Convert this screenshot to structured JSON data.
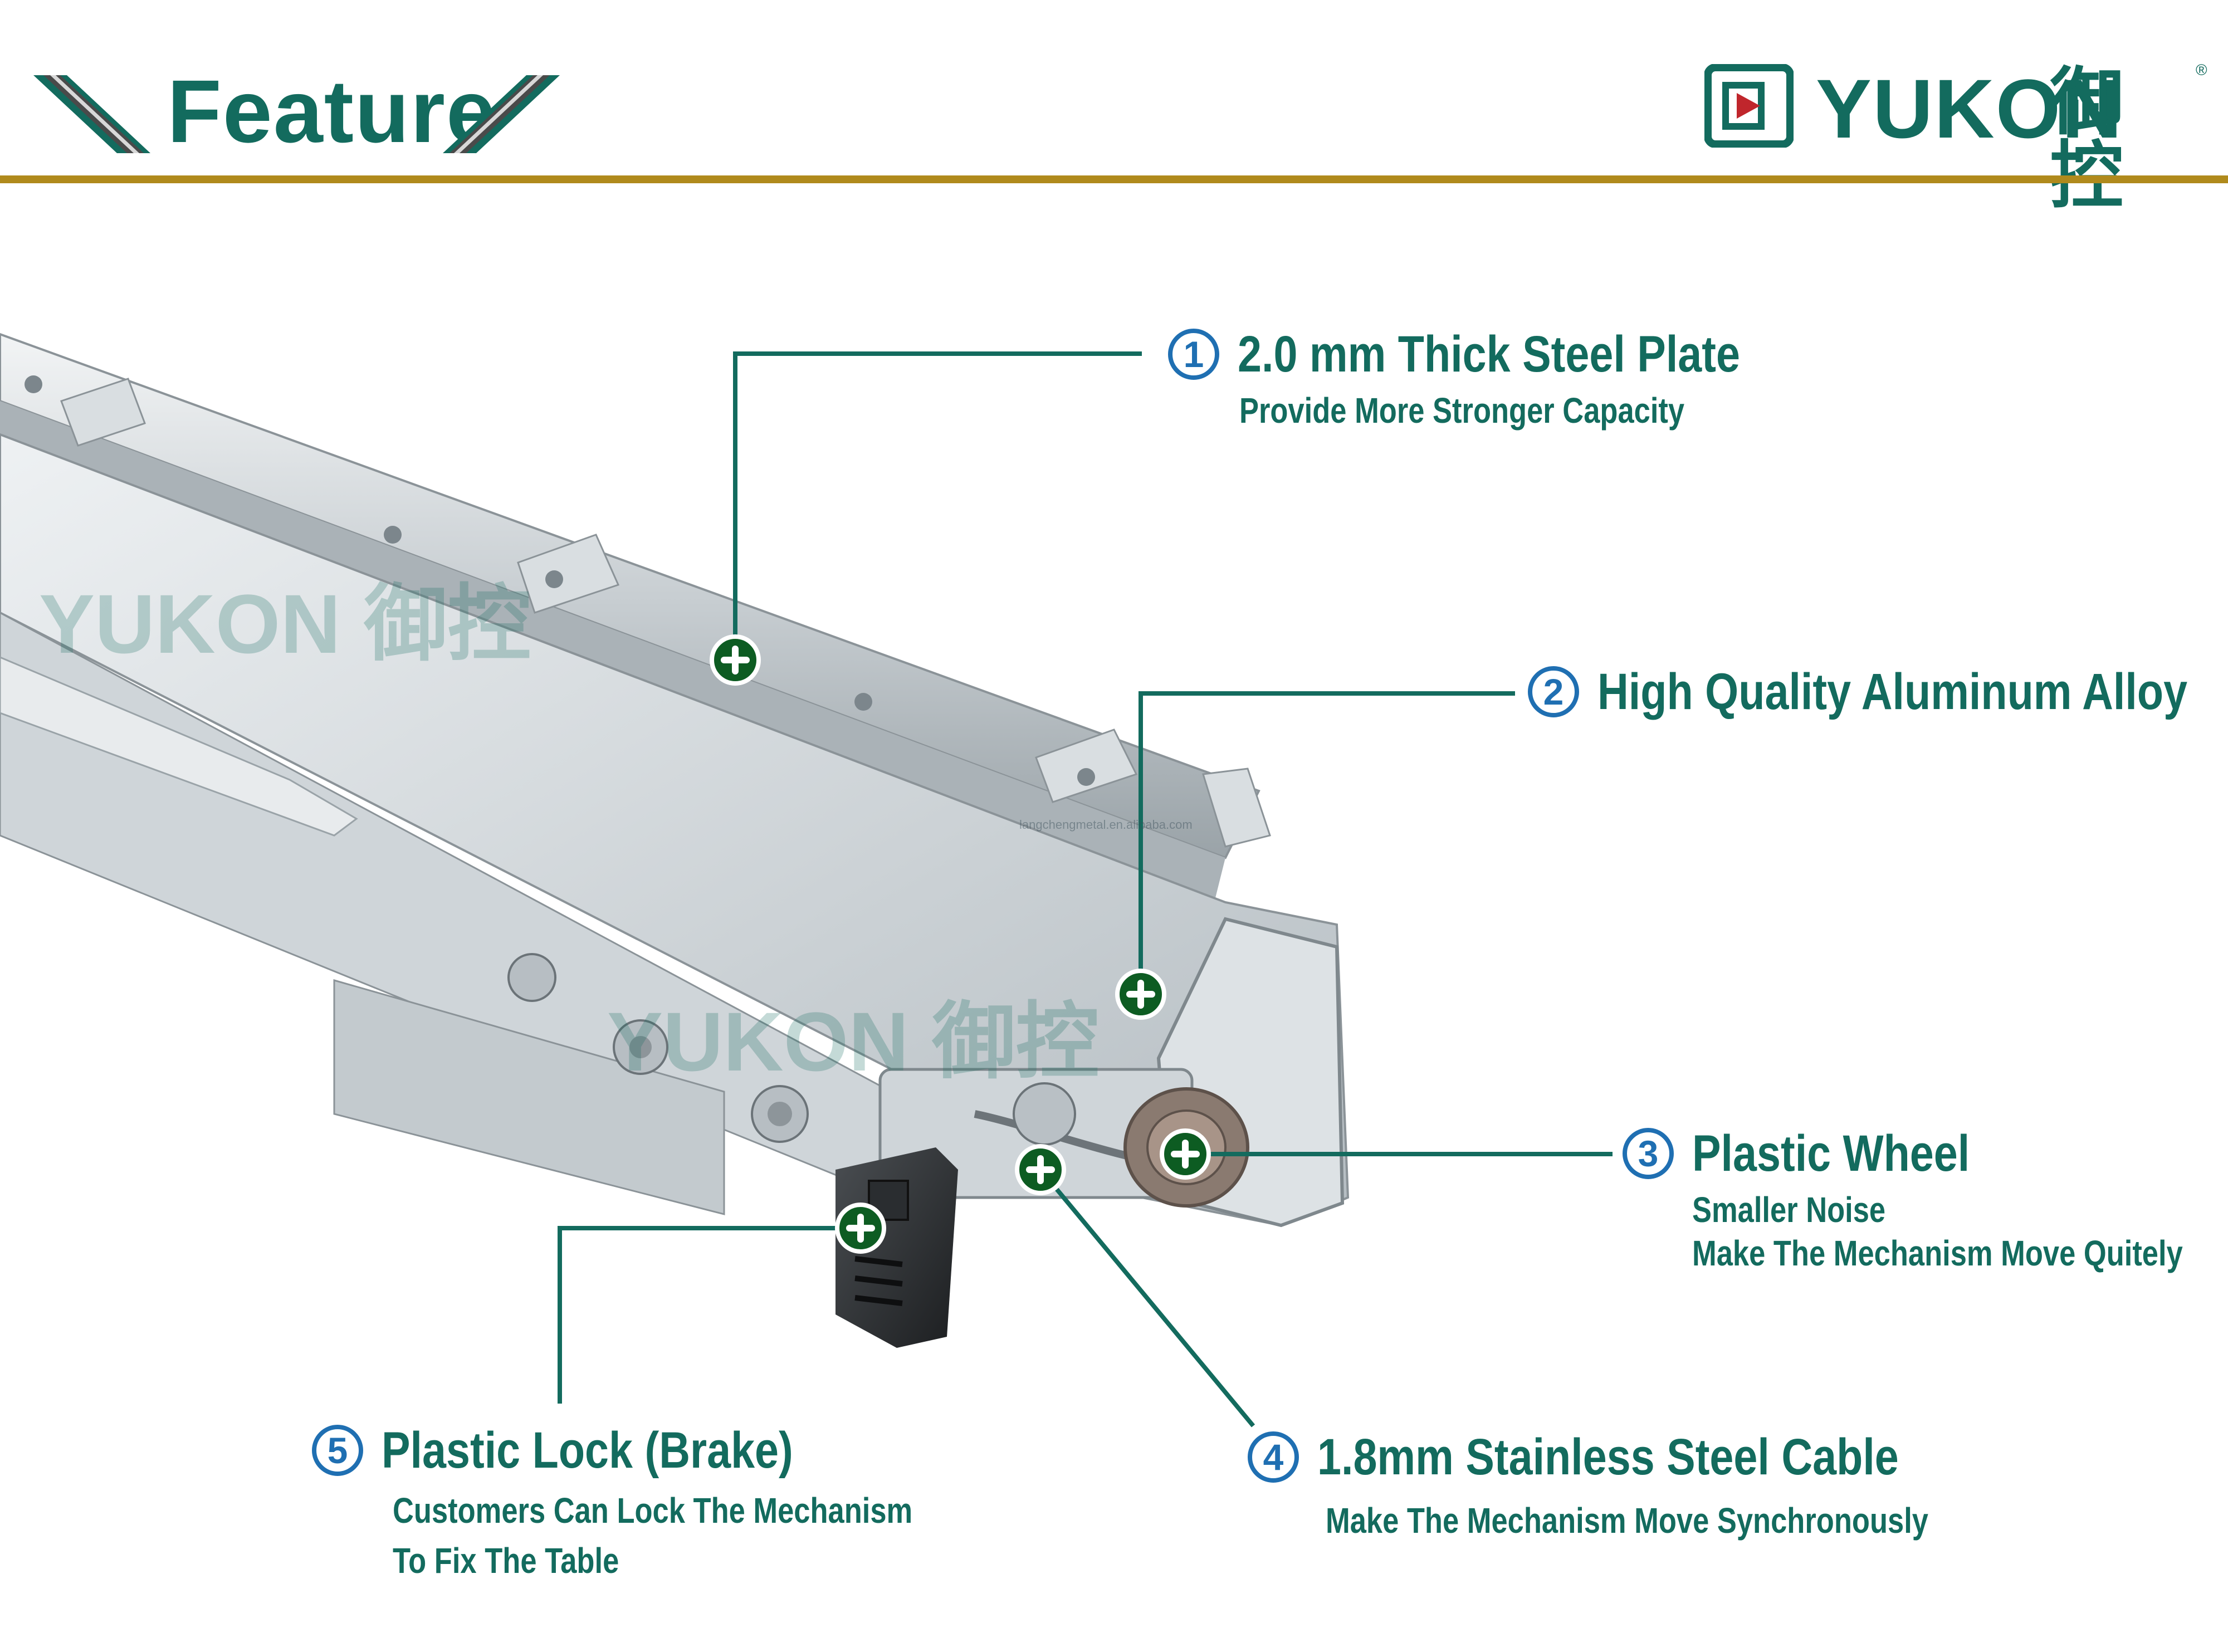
{
  "header": {
    "title": "Feature",
    "brand_name": "YUKON",
    "brand_cn": "御控",
    "brand_reg": "®",
    "rule_color": "#b08a1c",
    "accent_color": "#136b5e"
  },
  "watermarks": [
    {
      "text": "YUKON 御控"
    },
    {
      "text": "YUKON 御控"
    }
  ],
  "site_mark": "langchengmetal.en.alibaba.com",
  "callouts": [
    {
      "number": "1",
      "title": "2.0 mm Thick Steel Plate",
      "subtitles": [
        "Provide More Stronger Capacity"
      ]
    },
    {
      "number": "2",
      "title": "High Quality Aluminum Alloy",
      "subtitles": []
    },
    {
      "number": "3",
      "title": "Plastic Wheel",
      "subtitles": [
        "Smaller Noise",
        "Make The Mechanism Move Quitely"
      ]
    },
    {
      "number": "4",
      "title": "1.8mm Stainless Steel Cable",
      "subtitles": [
        "Make The Mechanism Move Synchronously"
      ]
    },
    {
      "number": "5",
      "title": "Plastic Lock (Brake)",
      "subtitles": [
        "Customers Can Lock The Mechanism",
        "To Fix The Table"
      ]
    }
  ],
  "colors": {
    "number_ring": "#1f6fb2",
    "leader_line": "#136b5e",
    "hotspot": "#0d5c22"
  },
  "icons": [
    "plus-icon",
    "yukon-logo-icon",
    "chevron-stripe-icon"
  ]
}
